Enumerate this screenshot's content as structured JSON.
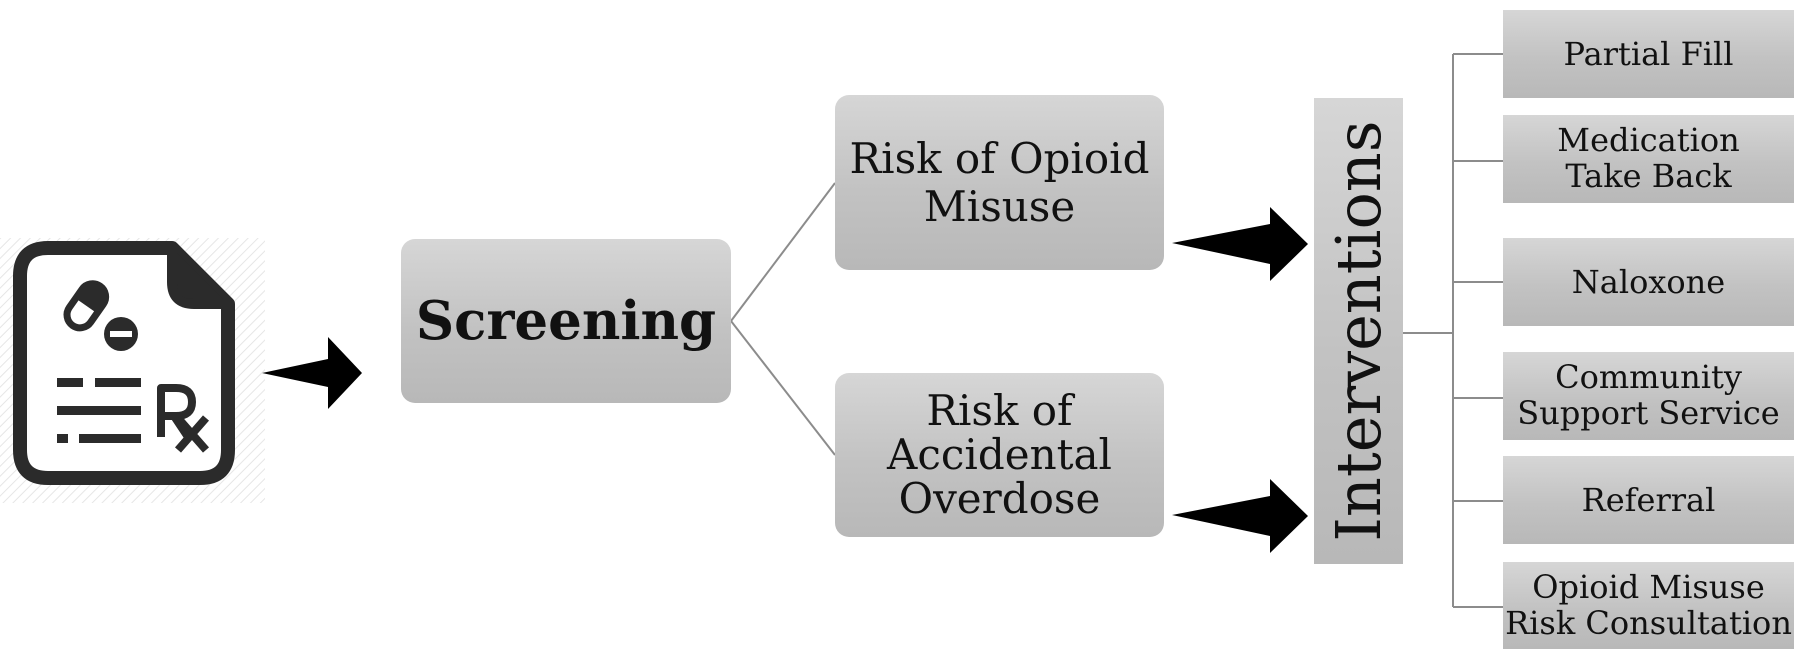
{
  "diagram": {
    "icon": "prescription-document-icon",
    "screening_label": "Screening",
    "risks": [
      {
        "label": "Risk of Opioid\nMisuse"
      },
      {
        "label": "Risk of\nAccidental\nOverdose"
      }
    ],
    "interventions_label": "Interventions",
    "interventions": [
      {
        "label": "Partial Fill"
      },
      {
        "label": "Medication\nTake Back"
      },
      {
        "label": "Naloxone"
      },
      {
        "label": "Community\nSupport Service"
      },
      {
        "label": "Referral"
      },
      {
        "label": "Opioid Misuse\nRisk Consultation"
      }
    ],
    "colors": {
      "box_fill_light": "#d6d6d6",
      "box_fill_dark": "#b8b8b8",
      "icon": "#2b2b2b",
      "arrow": "#000000",
      "connector": "#8c8c8c"
    }
  }
}
